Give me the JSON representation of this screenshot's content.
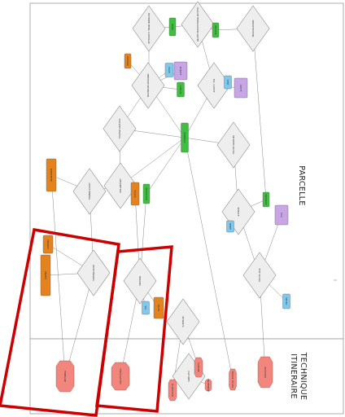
{
  "regions": {
    "parcelle": "PARCELLE",
    "itineraire_line1": "ITINERAIRE",
    "itineraire_line2": "TECHNIQUE"
  },
  "colors": {
    "orange": "#e4821e",
    "green": "#3fbf3f",
    "blue": "#7fc8ee",
    "purple": "#c8a6e6",
    "salmon": "#f2857c",
    "diamond": "#eeeeee",
    "highlight": "#cc0000"
  },
  "diamonds": [
    {
      "label": "MOYENNE MENS. CULTURALE"
    },
    {
      "label": "TAUX DE FERTILISATION AZOTEE"
    },
    {
      "label": "PRECIPITATIONS"
    },
    {
      "label": "DEBITURE RESERVOIR"
    },
    {
      "label": "SOL / AZOTE"
    },
    {
      "label": "COUVERT VEGETAL"
    },
    {
      "label": "NITRATES DU SOL"
    },
    {
      "label": "ABSORPTION"
    },
    {
      "label": "AZOTE MINERAL"
    },
    {
      "label": "SERVICE"
    },
    {
      "label": "DOSE ENGRAIS"
    },
    {
      "label": "BESOINS"
    },
    {
      "label": "ETAT DU SOL"
    },
    {
      "label": "INTRANTS"
    },
    {
      "label": "CULTURES"
    }
  ],
  "boxes": [
    {
      "label": "SEMIS",
      "color": "green"
    },
    {
      "label": "RECOLTE",
      "color": "green"
    },
    {
      "label": "LABOUR",
      "color": "green"
    },
    {
      "label": "PARCELLE",
      "color": "green"
    },
    {
      "label": "IRRIGATION",
      "color": "green"
    },
    {
      "label": "DRAINAGE",
      "color": "green"
    },
    {
      "label": "PLUIE",
      "color": "blue"
    },
    {
      "label": "VENT",
      "color": "blue"
    },
    {
      "label": "PENTE",
      "color": "blue"
    },
    {
      "label": "SOL",
      "color": "blue"
    },
    {
      "label": "METEO",
      "color": "blue"
    },
    {
      "label": "NITRATE",
      "color": "purple"
    },
    {
      "label": "AZOTE",
      "color": "purple"
    },
    {
      "label": "EAU",
      "color": "purple"
    },
    {
      "label": "RENDEMENT",
      "color": "orange"
    },
    {
      "label": "STOCK",
      "color": "orange"
    },
    {
      "label": "ENGRAIS",
      "color": "orange"
    },
    {
      "label": "PERTES",
      "color": "orange"
    },
    {
      "label": "BILAN",
      "color": "orange"
    },
    {
      "label": "ELEVAGE",
      "color": "orange"
    }
  ],
  "octagons": [
    {
      "label": "ITINERAIRE"
    },
    {
      "label": "FERTILISATION"
    },
    {
      "label": "PLANTATION"
    },
    {
      "label": "TRAITEMENT"
    },
    {
      "label": "CULTURE"
    },
    {
      "label": "TRAVAIL DU SOL"
    },
    {
      "label": "ROTATION"
    }
  ]
}
